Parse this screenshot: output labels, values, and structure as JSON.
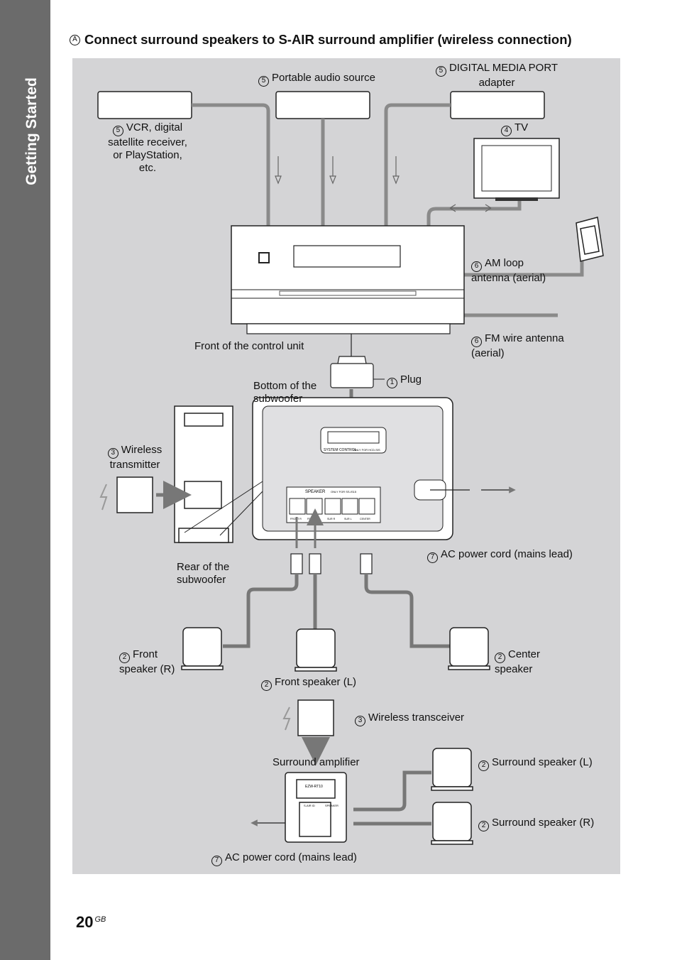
{
  "side_tab": {
    "label": "Getting Started"
  },
  "heading": {
    "marker": "A",
    "text": "Connect surround speakers to S-AIR surround amplifier (wireless connection)"
  },
  "labels": {
    "vcr": {
      "marker": "5",
      "text": "VCR, digital\nsatellite receiver,\nor PlayStation,\netc."
    },
    "portable": {
      "marker": "5",
      "text": "Portable audio source"
    },
    "dmport": {
      "marker": "5",
      "text": "DIGITAL MEDIA PORT\nadapter"
    },
    "tv": {
      "marker": "4",
      "text": "TV"
    },
    "am": {
      "marker": "6",
      "text": "AM loop\nantenna (aerial)"
    },
    "fm": {
      "marker": "6",
      "text": "FM wire antenna\n(aerial)"
    },
    "front_control": {
      "text": "Front of the control unit"
    },
    "bottom_sub": {
      "text": "Bottom of the\nsubwoofer"
    },
    "plug": {
      "marker": "1",
      "text": "Plug"
    },
    "wireless_tx": {
      "marker": "3",
      "text": "Wireless\ntransmitter"
    },
    "rear_sub": {
      "text": "Rear of the\nsubwoofer"
    },
    "ac1": {
      "marker": "7",
      "text": "AC power cord (mains lead)"
    },
    "front_r": {
      "marker": "2",
      "text": "Front\nspeaker (R)"
    },
    "front_l": {
      "marker": "2",
      "text": "Front speaker (L)"
    },
    "center": {
      "marker": "2",
      "text": "Center\nspeaker"
    },
    "transceiver": {
      "marker": "3",
      "text": "Wireless transceiver"
    },
    "surround_amp": {
      "text": "Surround amplifier"
    },
    "surround_l": {
      "marker": "2",
      "text": "Surround speaker (L)"
    },
    "surround_r": {
      "marker": "2",
      "text": "Surround speaker (R)"
    },
    "ac2": {
      "marker": "7",
      "text": "AC power cord (mains lead)"
    }
  },
  "panel_text": {
    "system_control": "SYSTEM CONTROL",
    "system_control_note": "ONLY FOR HCD-SIS",
    "speaker": "SPEAKER",
    "speaker_note": "ONLY FOR SS-IS15",
    "jacks": [
      "FRONT R",
      "FRONT L",
      "SUR R",
      "SUR L",
      "CENTER"
    ],
    "amp_top": "EZW-RT10",
    "amp_left": "S-AIR ID",
    "amp_right": "SPEAKER"
  },
  "page_number": {
    "number": "20",
    "suffix": "GB"
  }
}
